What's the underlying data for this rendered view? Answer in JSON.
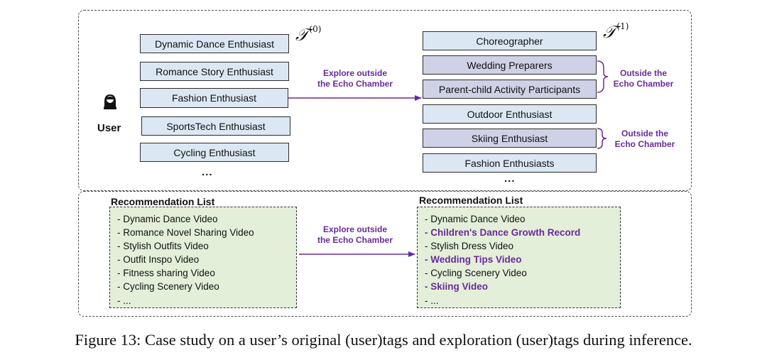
{
  "left_tags": [
    "Dynamic Dance Enthusiast",
    "Romance Story Enthusiast",
    "Fashion Enthusiast",
    "SportsTech Enthusiast",
    "Cycling Enthusiast"
  ],
  "left_ellipsis": "...",
  "right_tags": [
    {
      "label": "Choreographer",
      "highlight": false
    },
    {
      "label": "Wedding Preparers",
      "highlight": true
    },
    {
      "label": "Parent-child Activity Participants",
      "highlight": true
    },
    {
      "label": "Outdoor Enthusiast",
      "highlight": false
    },
    {
      "label": "Skiing Enthusiast",
      "highlight": true
    },
    {
      "label": "Fashion Enthusiasts",
      "highlight": false
    }
  ],
  "right_ellipsis": "...",
  "tau_left": {
    "symbol": "𝒯",
    "superscript": "(0)"
  },
  "tau_right": {
    "symbol": "𝒯",
    "superscript": "(1)"
  },
  "user_label": "User",
  "explore_label": [
    "Explore outside",
    "the Echo Chamber"
  ],
  "outside_label": [
    "Outside the",
    "Echo Chamber"
  ],
  "recommendation": {
    "title_left": "Recommendation List",
    "title_right": "Recommendation List",
    "left_items": [
      {
        "text": "- Dynamic Dance Video",
        "highlight": false
      },
      {
        "text": "- Romance Novel Sharing Video",
        "highlight": false
      },
      {
        "text": "- Stylish Outfits Video",
        "highlight": false
      },
      {
        "text": "- Outfit Inspo Video",
        "highlight": false
      },
      {
        "text": "- Fitness sharing Video",
        "highlight": false
      },
      {
        "text": "- Cycling Scenery Video",
        "highlight": false
      },
      {
        "text": "- ...",
        "highlight": false
      }
    ],
    "right_items": [
      {
        "text": "- Dynamic Dance Video",
        "highlight": false
      },
      {
        "text": "- Children's Dance Growth Record",
        "highlight": true
      },
      {
        "text": "- Stylish Dress Video",
        "highlight": false
      },
      {
        "text": "- Wedding Tips Video",
        "highlight": true
      },
      {
        "text": "- Cycling Scenery Video",
        "highlight": false
      },
      {
        "text": "- Skiing Video",
        "highlight": true
      },
      {
        "text": "- ...",
        "highlight": false
      }
    ]
  },
  "caption": "Figure 13: Case study on a user’s original (user)tags and exploration (user)tags during inference.",
  "colors": {
    "accent_purple": "#6a2a9b",
    "tag_blue": "#dbe8f4",
    "tag_lavender": "#cfd1e6",
    "list_green": "#e3efd9"
  }
}
